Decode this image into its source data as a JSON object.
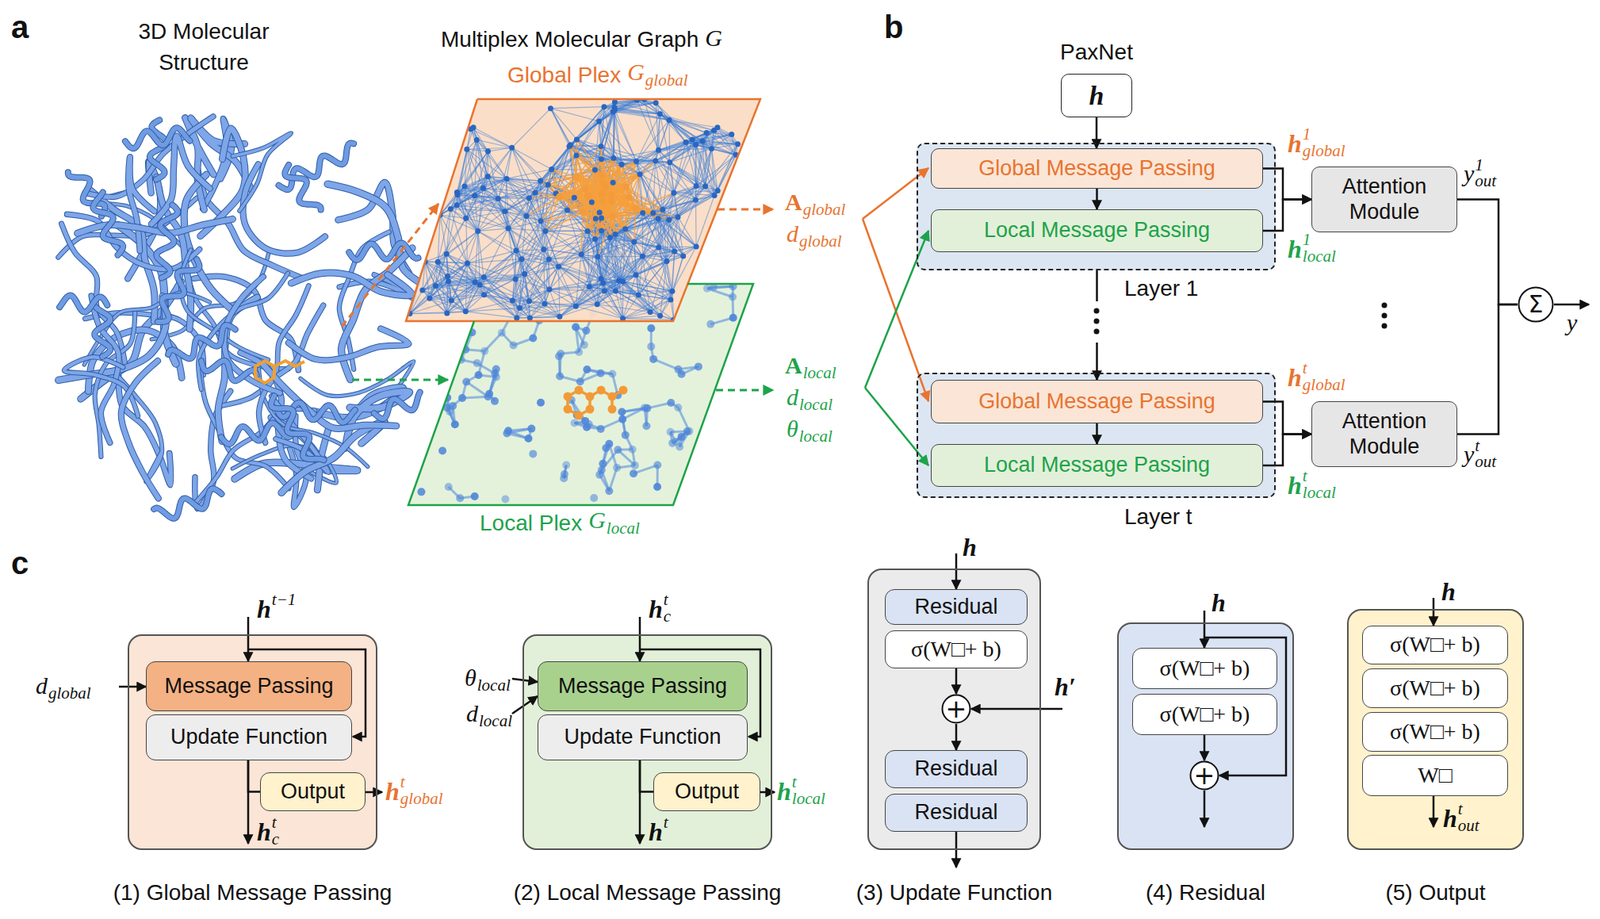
{
  "diagram": {
    "nodes": [
      {
        "text": [
          "Global Plex"
        ]
      },
      {
        "text": [
          "Local Plex"
        ]
      },
      {
        "text": [
          "h"
        ]
      },
      {
        "text": [
          "Layer 1"
        ]
      },
      {
        "text": [
          "Global Message Passing"
        ],
        "in": 3
      },
      {
        "text": [
          "Local Message Passing"
        ],
        "in": 3
      },
      {
        "text": [
          "Attention Module"
        ]
      },
      {
        "text": [
          "Layer t"
        ]
      },
      {
        "text": [
          "Global Message Passing"
        ],
        "in": 7
      },
      {
        "text": [
          "Local Message Passing"
        ],
        "in": 7
      },
      {
        "text": [
          "Attention Module"
        ]
      },
      {
        "text": [
          "Σ"
        ]
      },
      {
        "text": [
          "(1) Global Message Passing"
        ]
      },
      {
        "text": [
          "Message Passing"
        ],
        "in": 12
      },
      {
        "text": [
          "Update Function"
        ],
        "in": 12
      },
      {
        "text": [
          "Output"
        ],
        "in": 12
      },
      {
        "text": [
          "(2) Local Message Passing"
        ]
      },
      {
        "text": [
          "Message Passing"
        ],
        "in": 16
      },
      {
        "text": [
          "Update Function"
        ],
        "in": 16
      },
      {
        "text": [
          "Output"
        ],
        "in": 16
      },
      {
        "text": [
          "(3) Update Function"
        ]
      },
      {
        "text": [
          "Residual"
        ],
        "in": 20
      },
      {
        "text": [
          "σ(W□+ b)"
        ],
        "in": 20
      },
      {
        "text": [
          "+"
        ],
        "in": 20
      },
      {
        "text": [
          "Residual"
        ],
        "in": 20
      },
      {
        "text": [
          "Residual"
        ],
        "in": 20
      },
      {
        "text": [
          "(4) Residual"
        ]
      },
      {
        "text": [
          "σ(W□+ b)"
        ],
        "in": 26
      },
      {
        "text": [
          "σ(W□+ b)"
        ],
        "in": 26
      },
      {
        "text": [
          "+"
        ],
        "in": 26
      },
      {
        "text": [
          "(5) Output"
        ]
      },
      {
        "text": [
          "σ(W□+ b)"
        ],
        "in": 30
      },
      {
        "text": [
          "σ(W□+ b)"
        ],
        "in": 30
      },
      {
        "text": [
          "σ(W□+ b)"
        ],
        "in": 30
      },
      {
        "text": [
          "W□"
        ],
        "in": 30
      }
    ],
    "edges": [
      {
        "from": 2,
        "to": 4,
        "arrow": "to"
      },
      {
        "from": 4,
        "to": 5,
        "arrow": "to"
      },
      {
        "from": 3,
        "to": 8,
        "arrow": "to"
      },
      {
        "from": 8,
        "to": 9,
        "arrow": "to"
      },
      {
        "from": 4,
        "to": 6,
        "arrow": "to"
      },
      {
        "from": 5,
        "to": 6,
        "arrow": "to"
      },
      {
        "from": 8,
        "to": 10,
        "arrow": "to"
      },
      {
        "from": 9,
        "to": 10,
        "arrow": "to"
      },
      {
        "from": 6,
        "to": 11,
        "arrow": "none"
      },
      {
        "from": 10,
        "to": 11,
        "arrow": "none"
      },
      {
        "from": 14,
        "to": 15,
        "arrow": "none"
      },
      {
        "from": 18,
        "to": 19,
        "arrow": "none"
      },
      {
        "from": 22,
        "to": 23,
        "arrow": "to"
      },
      {
        "from": 23,
        "to": 24,
        "arrow": "to"
      },
      {
        "from": 28,
        "to": 29,
        "arrow": "to"
      }
    ],
    "labels": [
      "a",
      "3D Molecular Structure",
      "Multiplex Molecular Graph",
      "G",
      "G",
      "global",
      "G",
      "local",
      "A",
      "global",
      "d",
      "global",
      "A",
      "local",
      "d",
      "local",
      "θ",
      "local",
      "b",
      "PaxNet",
      "h",
      "1",
      "global",
      "y",
      "1",
      "out",
      "h",
      "1",
      "local",
      "h",
      "t",
      "global",
      "y",
      "t",
      "out",
      "h",
      "t",
      "local",
      "y",
      "c",
      "h",
      "t−1",
      "d",
      "global",
      "h",
      "t",
      "c",
      "h",
      "t",
      "global",
      "θ",
      "local",
      "d",
      "local",
      "h",
      "t",
      "c",
      "h",
      "t",
      "h",
      "t",
      "local",
      "h",
      "h′",
      "h",
      "h",
      "h",
      "t",
      "out"
    ]
  }
}
